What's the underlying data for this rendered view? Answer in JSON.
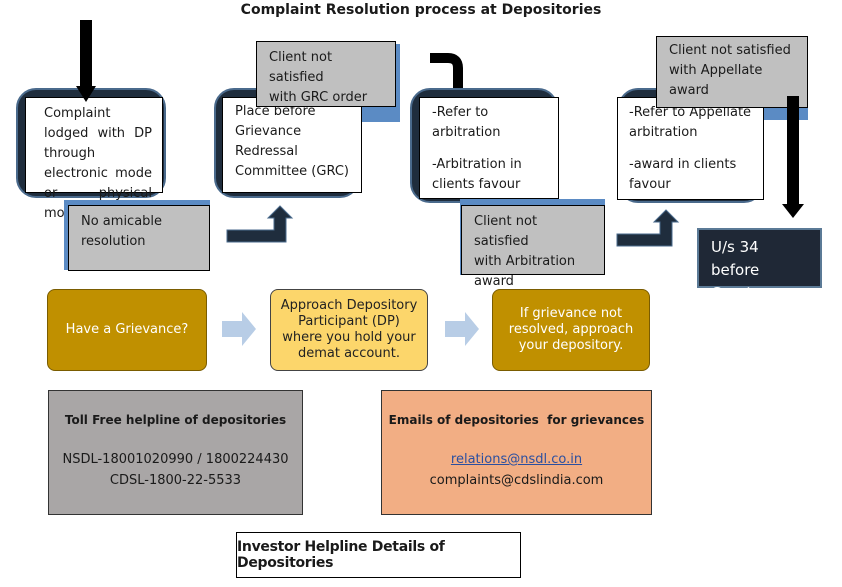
{
  "title": "Complaint Resolution process at Depositories",
  "flow": {
    "step1": {
      "lines": [
        "Complaint lodged with DP through electronic mode or physical mode"
      ]
    },
    "no_amicable": {
      "lines": [
        "No amicable",
        "resolution"
      ]
    },
    "step2": {
      "lines": [
        "Place before",
        "Grievance",
        "Redressal",
        "Committee (GRC)"
      ]
    },
    "grc_unsatisfied": {
      "lines": [
        "Client not satisfied",
        "with GRC order"
      ]
    },
    "step3": {
      "item1": [
        "-Refer to",
        "arbitration"
      ],
      "item2": [
        "-Arbitration in",
        "clients favour"
      ]
    },
    "arb_unsatisfied": {
      "lines": [
        "Client not satisfied",
        "with Arbitration",
        "award"
      ]
    },
    "step4": {
      "item1": [
        "-Refer to Appellate",
        "arbitration"
      ],
      "item2": [
        "-award in clients",
        "favour"
      ]
    },
    "appellate_unsatisfied": {
      "lines": [
        "Client not satisfied",
        "with Appellate",
        "award"
      ]
    },
    "court": {
      "lines": [
        "U/s 34 before",
        "Court"
      ]
    }
  },
  "grievance_steps": [
    {
      "label": "Have a Grievance?"
    },
    {
      "label": "Approach Depository Participant (DP) where you hold your demat account."
    },
    {
      "label": "If grievance not resolved, approach your depository."
    }
  ],
  "helpline": {
    "heading": "Toll Free helpline of depositories",
    "nsdl": "NSDL-18001020990 / 1800224430",
    "cdsl": "CDSL-1800-22-5533"
  },
  "emails": {
    "heading": "Emails of depositories  for grievances",
    "nsdl": "relations@nsdl.co.in",
    "cdsl": "complaints@cdslindia.com"
  },
  "investor_label": "Investor Helpline Details of Depositories",
  "colors": {
    "frame": "#1f2d3d",
    "gray_box": "#c0c0c0",
    "blue_accent": "#5b8bc4",
    "gold": "#c09000",
    "light_gold": "#fcd66b",
    "light_arrow": "#b8cde6",
    "helpline_bg": "#a9a6a6",
    "email_bg": "#f2ae84",
    "court_bg": "#1f2836"
  }
}
